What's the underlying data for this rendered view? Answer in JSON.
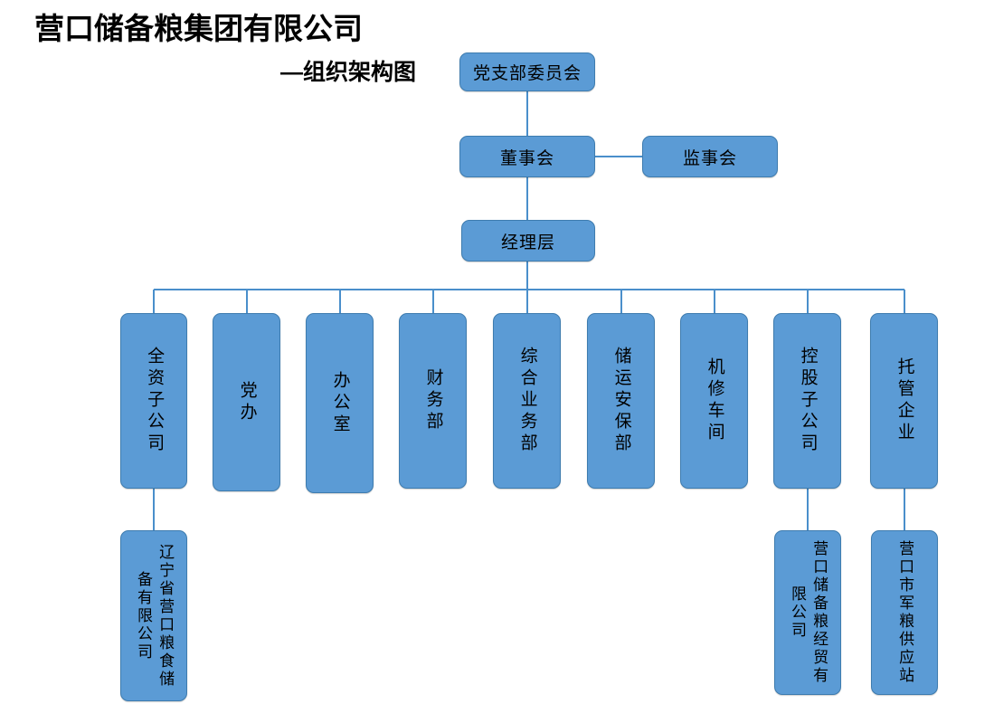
{
  "titles": {
    "company": "营口储备粮集团有限公司",
    "subtitle": "—组织架构图"
  },
  "theme": {
    "node_fill": "#5B9BD5",
    "node_border": "#3E7CAF",
    "connector": "#4A8FCB",
    "text": "#000000",
    "background": "#ffffff"
  },
  "top_level": {
    "party_committee": "党支部委员会",
    "board_of_directors": "董事会",
    "board_of_supervisors": "监事会",
    "management": "经理层"
  },
  "departments": [
    {
      "label": "全资子公司"
    },
    {
      "label": "党办"
    },
    {
      "label": "办公室"
    },
    {
      "label": "财务部"
    },
    {
      "label": "综合业务部"
    },
    {
      "label": "储运安保部"
    },
    {
      "label": "机修车间"
    },
    {
      "label": "控股子公司"
    },
    {
      "label": "托管企业"
    }
  ],
  "subsidiaries": [
    {
      "label": "辽宁省营口粮食储备有限公司",
      "parent": "全资子公司"
    },
    {
      "label": "营口储备粮经贸有限公司",
      "parent": "控股子公司"
    },
    {
      "label": "营口市军粮供应站",
      "parent": "托管企业"
    }
  ]
}
